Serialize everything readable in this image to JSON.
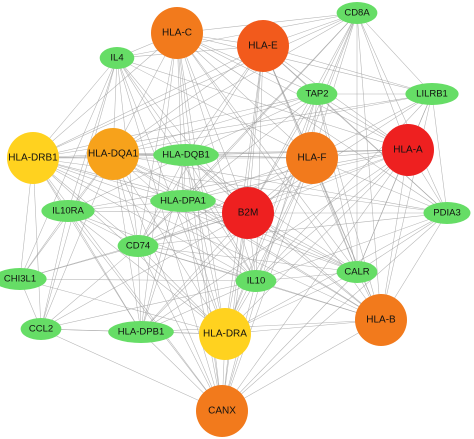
{
  "diagram": {
    "type": "network",
    "colors": {
      "green": "#66dd66",
      "yellow": "#ffd21f",
      "amber": "#f7a21b",
      "orange": "#f27a1c",
      "orange_red": "#f25a1c",
      "red": "#ee2020",
      "edge": "#9a9a9a"
    },
    "nodes": [
      {
        "id": "HLA-C",
        "label": "HLA-C",
        "color": "orange"
      },
      {
        "id": "HLA-E",
        "label": "HLA-E",
        "color": "orange_red"
      },
      {
        "id": "CD8A",
        "label": "CD8A",
        "color": "green"
      },
      {
        "id": "IL4",
        "label": "IL4",
        "color": "green"
      },
      {
        "id": "TAP2",
        "label": "TAP2",
        "color": "green"
      },
      {
        "id": "LILRB1",
        "label": "LILRB1",
        "color": "green"
      },
      {
        "id": "HLA-DRB1",
        "label": "HLA-DRB1",
        "color": "yellow"
      },
      {
        "id": "HLA-DQA1",
        "label": "HLA-DQA1",
        "color": "amber"
      },
      {
        "id": "HLA-DQB1",
        "label": "HLA-DQB1",
        "color": "green"
      },
      {
        "id": "HLA-F",
        "label": "HLA-F",
        "color": "orange"
      },
      {
        "id": "HLA-A",
        "label": "HLA-A",
        "color": "red"
      },
      {
        "id": "HLA-DPA1",
        "label": "HLA-DPA1",
        "color": "green"
      },
      {
        "id": "IL10RA",
        "label": "IL10RA",
        "color": "green"
      },
      {
        "id": "B2M",
        "label": "B2M",
        "color": "red"
      },
      {
        "id": "PDIA3",
        "label": "PDIA3",
        "color": "green"
      },
      {
        "id": "CD74",
        "label": "CD74",
        "color": "green"
      },
      {
        "id": "CHI3L1",
        "label": "CHI3L1",
        "color": "green"
      },
      {
        "id": "IL10",
        "label": "IL10",
        "color": "green"
      },
      {
        "id": "CALR",
        "label": "CALR",
        "color": "green"
      },
      {
        "id": "CCL2",
        "label": "CCL2",
        "color": "green"
      },
      {
        "id": "HLA-DPB1",
        "label": "HLA-DPB1",
        "color": "green"
      },
      {
        "id": "HLA-DRA",
        "label": "HLA-DRA",
        "color": "yellow"
      },
      {
        "id": "HLA-B",
        "label": "HLA-B",
        "color": "orange"
      },
      {
        "id": "CANX",
        "label": "CANX",
        "color": "orange"
      }
    ],
    "edges": [
      [
        "HLA-C",
        "HLA-E"
      ],
      [
        "HLA-C",
        "IL4"
      ],
      [
        "HLA-C",
        "TAP2"
      ],
      [
        "HLA-C",
        "HLA-DQA1"
      ],
      [
        "HLA-C",
        "HLA-DQB1"
      ],
      [
        "HLA-C",
        "HLA-F"
      ],
      [
        "HLA-C",
        "HLA-A"
      ],
      [
        "HLA-C",
        "HLA-DPA1"
      ],
      [
        "HLA-C",
        "B2M"
      ],
      [
        "HLA-C",
        "CD74"
      ],
      [
        "HLA-C",
        "IL10"
      ],
      [
        "HLA-C",
        "CALR"
      ],
      [
        "HLA-C",
        "HLA-B"
      ],
      [
        "HLA-C",
        "HLA-DRA"
      ],
      [
        "HLA-C",
        "CANX"
      ],
      [
        "HLA-C",
        "CD8A"
      ],
      [
        "HLA-C",
        "LILRB1"
      ],
      [
        "HLA-C",
        "HLA-DRB1"
      ],
      [
        "HLA-C",
        "PDIA3"
      ],
      [
        "HLA-C",
        "HLA-DPB1"
      ],
      [
        "HLA-E",
        "CD8A"
      ],
      [
        "HLA-E",
        "TAP2"
      ],
      [
        "HLA-E",
        "LILRB1"
      ],
      [
        "HLA-E",
        "HLA-F"
      ],
      [
        "HLA-E",
        "HLA-A"
      ],
      [
        "HLA-E",
        "B2M"
      ],
      [
        "HLA-E",
        "HLA-B"
      ],
      [
        "HLA-E",
        "CALR"
      ],
      [
        "HLA-E",
        "CANX"
      ],
      [
        "HLA-E",
        "HLA-DQA1"
      ],
      [
        "HLA-E",
        "HLA-DRA"
      ],
      [
        "HLA-E",
        "HLA-DRB1"
      ],
      [
        "HLA-E",
        "PDIA3"
      ],
      [
        "HLA-E",
        "IL10"
      ],
      [
        "HLA-E",
        "HLA-DQB1"
      ],
      [
        "HLA-E",
        "CD74"
      ],
      [
        "HLA-E",
        "IL4"
      ],
      [
        "CD8A",
        "TAP2"
      ],
      [
        "CD8A",
        "HLA-A"
      ],
      [
        "CD8A",
        "HLA-F"
      ],
      [
        "CD8A",
        "B2M"
      ],
      [
        "CD8A",
        "HLA-B"
      ],
      [
        "CD8A",
        "IL4"
      ],
      [
        "CD8A",
        "HLA-DRB1"
      ],
      [
        "CD8A",
        "LILRB1"
      ],
      [
        "CD8A",
        "CALR"
      ],
      [
        "CD8A",
        "IL10"
      ],
      [
        "CD8A",
        "HLA-DRA"
      ],
      [
        "CD8A",
        "PDIA3"
      ],
      [
        "CD8A",
        "HLA-DQA1"
      ],
      [
        "CD8A",
        "HLA-DPA1"
      ],
      [
        "CD8A",
        "CD74"
      ],
      [
        "IL4",
        "HLA-DRB1"
      ],
      [
        "IL4",
        "HLA-DQA1"
      ],
      [
        "IL4",
        "IL10RA"
      ],
      [
        "IL4",
        "CD74"
      ],
      [
        "IL4",
        "IL10"
      ],
      [
        "IL4",
        "HLA-DRA"
      ],
      [
        "IL4",
        "B2M"
      ],
      [
        "IL4",
        "HLA-A"
      ],
      [
        "IL4",
        "CCL2"
      ],
      [
        "IL4",
        "CHI3L1"
      ],
      [
        "IL4",
        "HLA-DQB1"
      ],
      [
        "IL4",
        "HLA-F"
      ],
      [
        "IL4",
        "CANX"
      ],
      [
        "TAP2",
        "LILRB1"
      ],
      [
        "TAP2",
        "HLA-F"
      ],
      [
        "TAP2",
        "HLA-A"
      ],
      [
        "TAP2",
        "B2M"
      ],
      [
        "TAP2",
        "CALR"
      ],
      [
        "TAP2",
        "HLA-B"
      ],
      [
        "TAP2",
        "CANX"
      ],
      [
        "TAP2",
        "PDIA3"
      ],
      [
        "TAP2",
        "HLA-DQA1"
      ],
      [
        "TAP2",
        "HLA-DRA"
      ],
      [
        "TAP2",
        "HLA-DQB1"
      ],
      [
        "TAP2",
        "HLA-DPA1"
      ],
      [
        "LILRB1",
        "HLA-A"
      ],
      [
        "LILRB1",
        "HLA-F"
      ],
      [
        "LILRB1",
        "B2M"
      ],
      [
        "LILRB1",
        "HLA-B"
      ],
      [
        "LILRB1",
        "PDIA3"
      ],
      [
        "LILRB1",
        "CALR"
      ],
      [
        "LILRB1",
        "HLA-DRB1"
      ],
      [
        "LILRB1",
        "HLA-DQA1"
      ],
      [
        "LILRB1",
        "IL10"
      ],
      [
        "HLA-DRB1",
        "HLA-DQA1"
      ],
      [
        "HLA-DRB1",
        "HLA-DQB1"
      ],
      [
        "HLA-DRB1",
        "HLA-DPA1"
      ],
      [
        "HLA-DRB1",
        "IL10RA"
      ],
      [
        "HLA-DRB1",
        "CD74"
      ],
      [
        "HLA-DRB1",
        "CHI3L1"
      ],
      [
        "HLA-DRB1",
        "CCL2"
      ],
      [
        "HLA-DRB1",
        "HLA-DPB1"
      ],
      [
        "HLA-DRB1",
        "HLA-DRA"
      ],
      [
        "HLA-DRB1",
        "B2M"
      ],
      [
        "HLA-DRB1",
        "IL10"
      ],
      [
        "HLA-DRB1",
        "HLA-F"
      ],
      [
        "HLA-DRB1",
        "HLA-A"
      ],
      [
        "HLA-DRB1",
        "CANX"
      ],
      [
        "HLA-DRB1",
        "HLA-B"
      ],
      [
        "HLA-DRB1",
        "CALR"
      ],
      [
        "HLA-DRB1",
        "PDIA3"
      ],
      [
        "HLA-DRB1",
        "TAP2"
      ],
      [
        "HLA-DQA1",
        "HLA-DQB1"
      ],
      [
        "HLA-DQA1",
        "HLA-DPA1"
      ],
      [
        "HLA-DQA1",
        "CD74"
      ],
      [
        "HLA-DQA1",
        "HLA-DPB1"
      ],
      [
        "HLA-DQA1",
        "HLA-DRA"
      ],
      [
        "HLA-DQA1",
        "B2M"
      ],
      [
        "HLA-DQA1",
        "IL10RA"
      ],
      [
        "HLA-DQA1",
        "IL10"
      ],
      [
        "HLA-DQA1",
        "HLA-F"
      ],
      [
        "HLA-DQA1",
        "HLA-A"
      ],
      [
        "HLA-DQA1",
        "CANX"
      ],
      [
        "HLA-DQA1",
        "HLA-B"
      ],
      [
        "HLA-DQA1",
        "CALR"
      ],
      [
        "HLA-DQA1",
        "PDIA3"
      ],
      [
        "HLA-DQA1",
        "CCL2"
      ],
      [
        "HLA-DQA1",
        "CHI3L1"
      ],
      [
        "HLA-DQB1",
        "HLA-DPA1"
      ],
      [
        "HLA-DQB1",
        "CD74"
      ],
      [
        "HLA-DQB1",
        "HLA-DPB1"
      ],
      [
        "HLA-DQB1",
        "HLA-DRA"
      ],
      [
        "HLA-DQB1",
        "B2M"
      ],
      [
        "HLA-DQB1",
        "HLA-F"
      ],
      [
        "HLA-DQB1",
        "HLA-A"
      ],
      [
        "HLA-DQB1",
        "IL10"
      ],
      [
        "HLA-DQB1",
        "CANX"
      ],
      [
        "HLA-DQB1",
        "HLA-B"
      ],
      [
        "HLA-DQB1",
        "IL10RA"
      ],
      [
        "HLA-DQB1",
        "CALR"
      ],
      [
        "HLA-F",
        "HLA-A"
      ],
      [
        "HLA-F",
        "B2M"
      ],
      [
        "HLA-F",
        "HLA-B"
      ],
      [
        "HLA-F",
        "CALR"
      ],
      [
        "HLA-F",
        "CANX"
      ],
      [
        "HLA-F",
        "PDIA3"
      ],
      [
        "HLA-F",
        "HLA-DRA"
      ],
      [
        "HLA-F",
        "IL10"
      ],
      [
        "HLA-F",
        "CD74"
      ],
      [
        "HLA-F",
        "HLA-DPA1"
      ],
      [
        "HLA-F",
        "HLA-DPB1"
      ],
      [
        "HLA-A",
        "B2M"
      ],
      [
        "HLA-A",
        "HLA-B"
      ],
      [
        "HLA-A",
        "PDIA3"
      ],
      [
        "HLA-A",
        "CALR"
      ],
      [
        "HLA-A",
        "CANX"
      ],
      [
        "HLA-A",
        "HLA-DRA"
      ],
      [
        "HLA-A",
        "IL10"
      ],
      [
        "HLA-A",
        "CD74"
      ],
      [
        "HLA-A",
        "HLA-DPA1"
      ],
      [
        "HLA-A",
        "HLA-DPB1"
      ],
      [
        "HLA-A",
        "IL10RA"
      ],
      [
        "HLA-DPA1",
        "CD74"
      ],
      [
        "HLA-DPA1",
        "HLA-DPB1"
      ],
      [
        "HLA-DPA1",
        "HLA-DRA"
      ],
      [
        "HLA-DPA1",
        "B2M"
      ],
      [
        "HLA-DPA1",
        "IL10RA"
      ],
      [
        "HLA-DPA1",
        "IL10"
      ],
      [
        "HLA-DPA1",
        "CANX"
      ],
      [
        "HLA-DPA1",
        "HLA-B"
      ],
      [
        "HLA-DPA1",
        "CALR"
      ],
      [
        "IL10RA",
        "CD74"
      ],
      [
        "IL10RA",
        "IL10"
      ],
      [
        "IL10RA",
        "CHI3L1"
      ],
      [
        "IL10RA",
        "CCL2"
      ],
      [
        "IL10RA",
        "HLA-DPB1"
      ],
      [
        "IL10RA",
        "HLA-DRA"
      ],
      [
        "IL10RA",
        "B2M"
      ],
      [
        "IL10RA",
        "CANX"
      ],
      [
        "B2M",
        "CD74"
      ],
      [
        "B2M",
        "IL10"
      ],
      [
        "B2M",
        "CALR"
      ],
      [
        "B2M",
        "HLA-B"
      ],
      [
        "B2M",
        "PDIA3"
      ],
      [
        "B2M",
        "HLA-DRA"
      ],
      [
        "B2M",
        "CANX"
      ],
      [
        "B2M",
        "HLA-DPB1"
      ],
      [
        "B2M",
        "CCL2"
      ],
      [
        "B2M",
        "CHI3L1"
      ],
      [
        "PDIA3",
        "CALR"
      ],
      [
        "PDIA3",
        "HLA-B"
      ],
      [
        "PDIA3",
        "CANX"
      ],
      [
        "PDIA3",
        "HLA-DRA"
      ],
      [
        "PDIA3",
        "IL10"
      ],
      [
        "PDIA3",
        "CD74"
      ],
      [
        "CD74",
        "HLA-DPB1"
      ],
      [
        "CD74",
        "HLA-DRA"
      ],
      [
        "CD74",
        "IL10"
      ],
      [
        "CD74",
        "CHI3L1"
      ],
      [
        "CD74",
        "CCL2"
      ],
      [
        "CD74",
        "CANX"
      ],
      [
        "CD74",
        "HLA-B"
      ],
      [
        "CD74",
        "CALR"
      ],
      [
        "CHI3L1",
        "CCL2"
      ],
      [
        "CHI3L1",
        "IL10"
      ],
      [
        "CHI3L1",
        "HLA-DRA"
      ],
      [
        "IL10",
        "CALR"
      ],
      [
        "IL10",
        "HLA-DRA"
      ],
      [
        "IL10",
        "HLA-B"
      ],
      [
        "IL10",
        "CANX"
      ],
      [
        "IL10",
        "CCL2"
      ],
      [
        "IL10",
        "HLA-DPB1"
      ],
      [
        "CALR",
        "HLA-B"
      ],
      [
        "CALR",
        "CANX"
      ],
      [
        "CALR",
        "HLA-DRA"
      ],
      [
        "CCL2",
        "HLA-DPB1"
      ],
      [
        "CCL2",
        "HLA-DRA"
      ],
      [
        "CCL2",
        "CANX"
      ],
      [
        "HLA-DPB1",
        "HLA-DRA"
      ],
      [
        "HLA-DPB1",
        "CANX"
      ],
      [
        "HLA-DPB1",
        "HLA-B"
      ],
      [
        "HLA-DRA",
        "HLA-B"
      ],
      [
        "HLA-DRA",
        "CANX"
      ],
      [
        "HLA-B",
        "CANX"
      ]
    ]
  }
}
